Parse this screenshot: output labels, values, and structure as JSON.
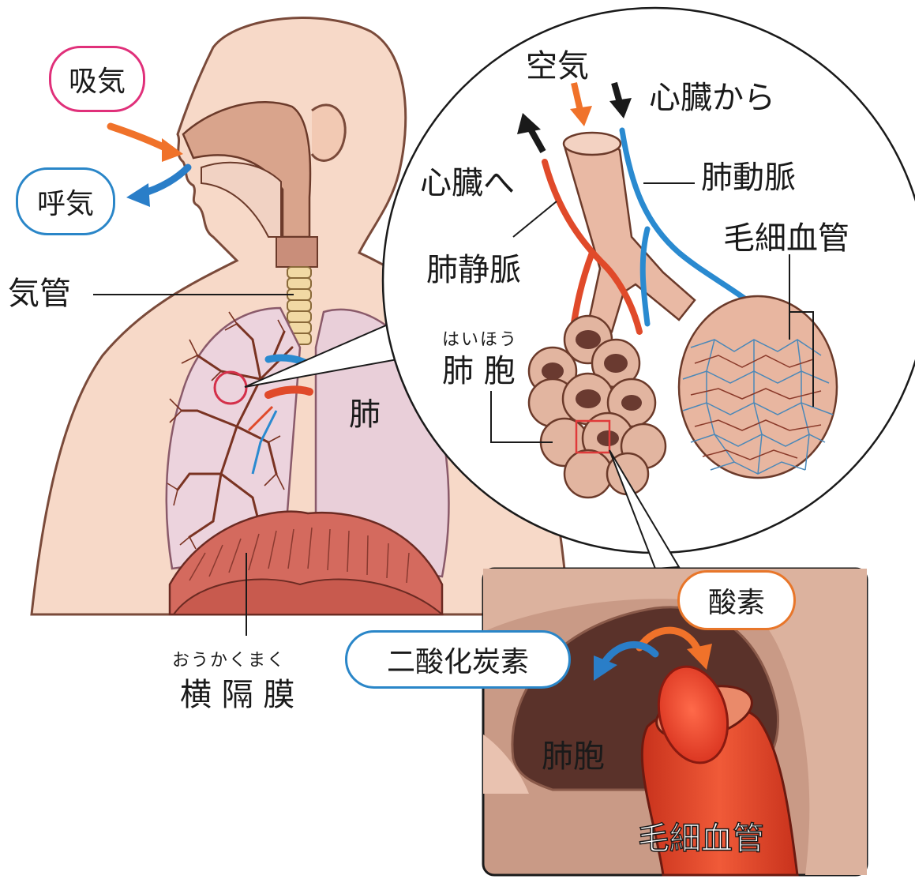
{
  "labels": {
    "inhale": "吸気",
    "exhale": "呼気",
    "trachea": "気管",
    "lung": "肺",
    "diaphragm_ruby": "おうかくまく",
    "diaphragm": "横 隔 膜",
    "air": "空気",
    "from_heart": "心臓から",
    "to_heart": "心臓へ",
    "pulmonary_artery": "肺動脈",
    "capillaries": "毛細血管",
    "pulmonary_vein": "肺静脈",
    "alveoli_ruby": "はいほう",
    "alveoli": "肺 胞",
    "oxygen": "酸素",
    "co2": "二酸化炭素",
    "alveolus_detail": "肺胞",
    "capillary_detail": "毛細血管"
  },
  "colors": {
    "skin": "#f7d9c8",
    "skin_outline": "#7a4a3a",
    "airway": "#d9a48c",
    "lung_pink": "#e9cfd9",
    "bronchi": "#7a3322",
    "artery_blue": "#2a8ad0",
    "vein_red": "#e04a2a",
    "inhale_border": "#e0307a",
    "exhale_border": "#2a86c8",
    "oxygen_border": "#e8762a",
    "inset_bg": "#c99a86"
  }
}
